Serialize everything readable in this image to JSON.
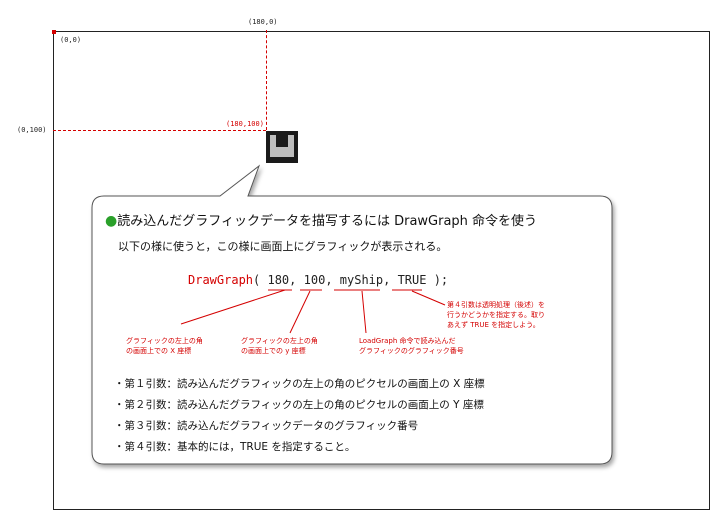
{
  "coords": {
    "top": "(180,0)",
    "origin": "(0,0)",
    "left": "(0,100)",
    "point": "(180,100)"
  },
  "heading": {
    "bullet": "●",
    "text": "読み込んだグラフィックデータを描写するには DrawGraph 命令を使う"
  },
  "intro": "以下の様に使うと，この様に画面上にグラフィックが表示される。",
  "code": {
    "func": "DrawGraph",
    "open": "( ",
    "arg1": "180",
    "sep1": ", ",
    "arg2": "100",
    "sep2": ", ",
    "arg3": "myShip",
    "sep3": ", ",
    "arg4": "TRUE",
    "close": " );"
  },
  "notes": {
    "n1": [
      "グラフィックの左上の角",
      "の画面上での X 座標"
    ],
    "n2": [
      "グラフィックの左上の角",
      "の画面上での y 座標"
    ],
    "n3": [
      "LoadGraph 命令で読み込んだ",
      "グラフィックのグラフィック番号"
    ],
    "n4": [
      "第４引数は透明処理（後述）を",
      "行うかどうかを指定する。取り",
      "あえず TRUE を指定しよう。"
    ]
  },
  "bullets": [
    "・第１引数：読み込んだグラフィックの左上の角のピクセルの画面上の X 座標",
    "・第２引数：読み込んだグラフィックの左上の角のピクセルの画面上の Y 座標",
    "・第３引数：読み込んだグラフィックデータのグラフィック番号",
    "・第４引数：基本的には，TRUE を指定すること。"
  ],
  "colors": {
    "accent": "#d40000",
    "bullet": "#2aa02a",
    "sprite": "#1a1a1a"
  },
  "icons": {
    "sprite": "ship-sprite-icon"
  }
}
